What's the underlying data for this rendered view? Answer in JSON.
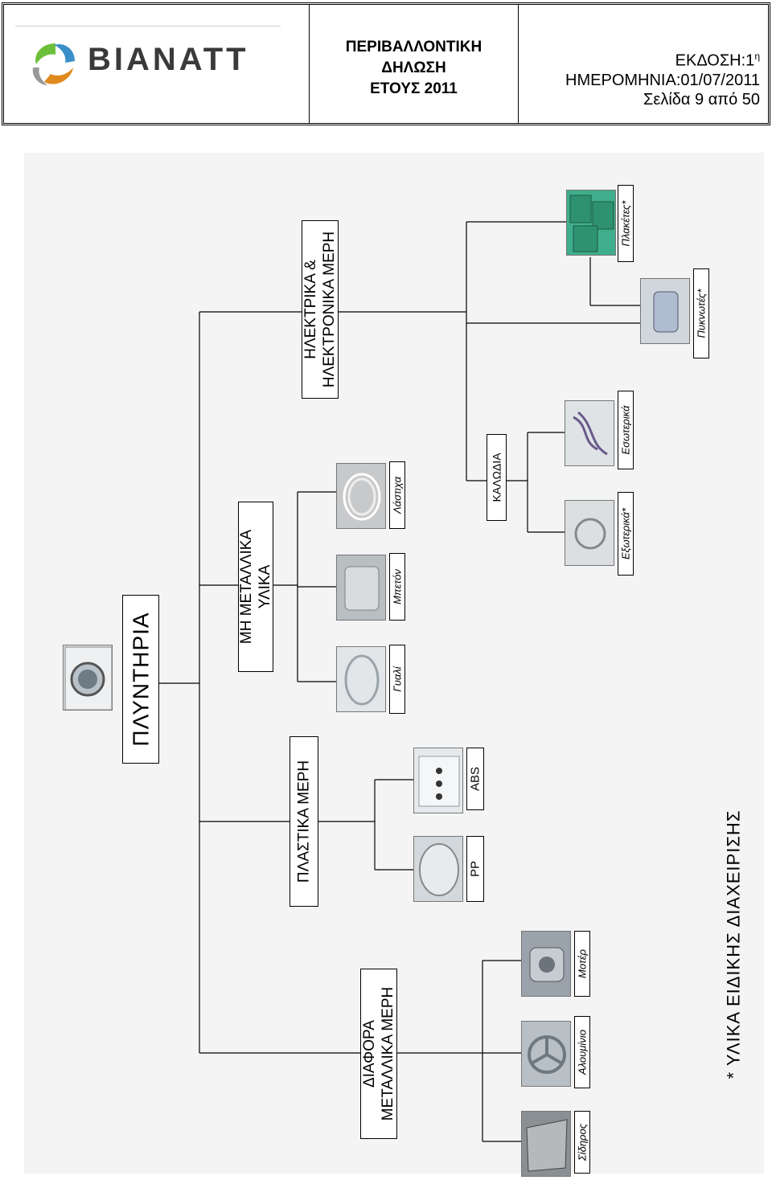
{
  "header": {
    "logo_text": "BIANATT",
    "title_line1": "ΠΕΡΙΒΑΛΛΟΝΤΙΚΗ",
    "title_line2": "ΔΗΛΩΣΗ",
    "title_line3": "ΕΤΟΥΣ 2011",
    "edition": "ΕΚΔΟΣΗ:1",
    "edition_sup": "η",
    "date": "ΗΜΕΡΟΜΗΝΙΑ:01/07/2011",
    "page": "Σελίδα 9 από 50"
  },
  "diagram": {
    "root": "ΠΛΥΝΤΗΡΙΑ",
    "categories": {
      "metal": "ΔΙΑΦΟΡΑ ΜΕΤΑΛΛΙΚΑ ΜΕΡΗ",
      "metal_line1": "ΔΙΑΦΟΡΑ",
      "metal_line2": "ΜΕΤΑΛΛΙΚΑ ΜΕΡΗ",
      "plastic": "ΠΛΑΣΤΙΚΑ ΜΕΡΗ",
      "nonmetal_line1": "ΜΗ ΜΕΤΑΛΛΙΚΑ",
      "nonmetal_line2": "ΥΛΙΚΑ",
      "electrical_line1": "ΗΛΕΚΤΡΙΚΑ &",
      "electrical_line2": "ΗΛΕΚΤΡΟΝΙΚΑ ΜΕΡΗ",
      "cables": "ΚΑΛΩΔΙΑ"
    },
    "leaves": {
      "iron": "Σίδηρος",
      "aluminium": "Αλουμίνιο",
      "motor": "Μοτέρ",
      "pp": "PP",
      "abs": "ABS",
      "glass": "Γυαλί",
      "concrete": "Μπετόν",
      "rubber": "Λάστιχα",
      "external": "Εξωτερικά*",
      "internal": "Εσωτερικά",
      "capacitors": "Πυκνωτές*",
      "boards": "Πλακέτες*"
    },
    "footnote": "* ΥΛΙΚΑ ΕΙΔΙΚΗΣ ΔΙΑΧΕΙΡΙΣΗΣ"
  },
  "colors": {
    "board_green": "#3fae8c",
    "metal_grey": "#9aa3ab",
    "plastic_white": "#e6e9ec"
  }
}
